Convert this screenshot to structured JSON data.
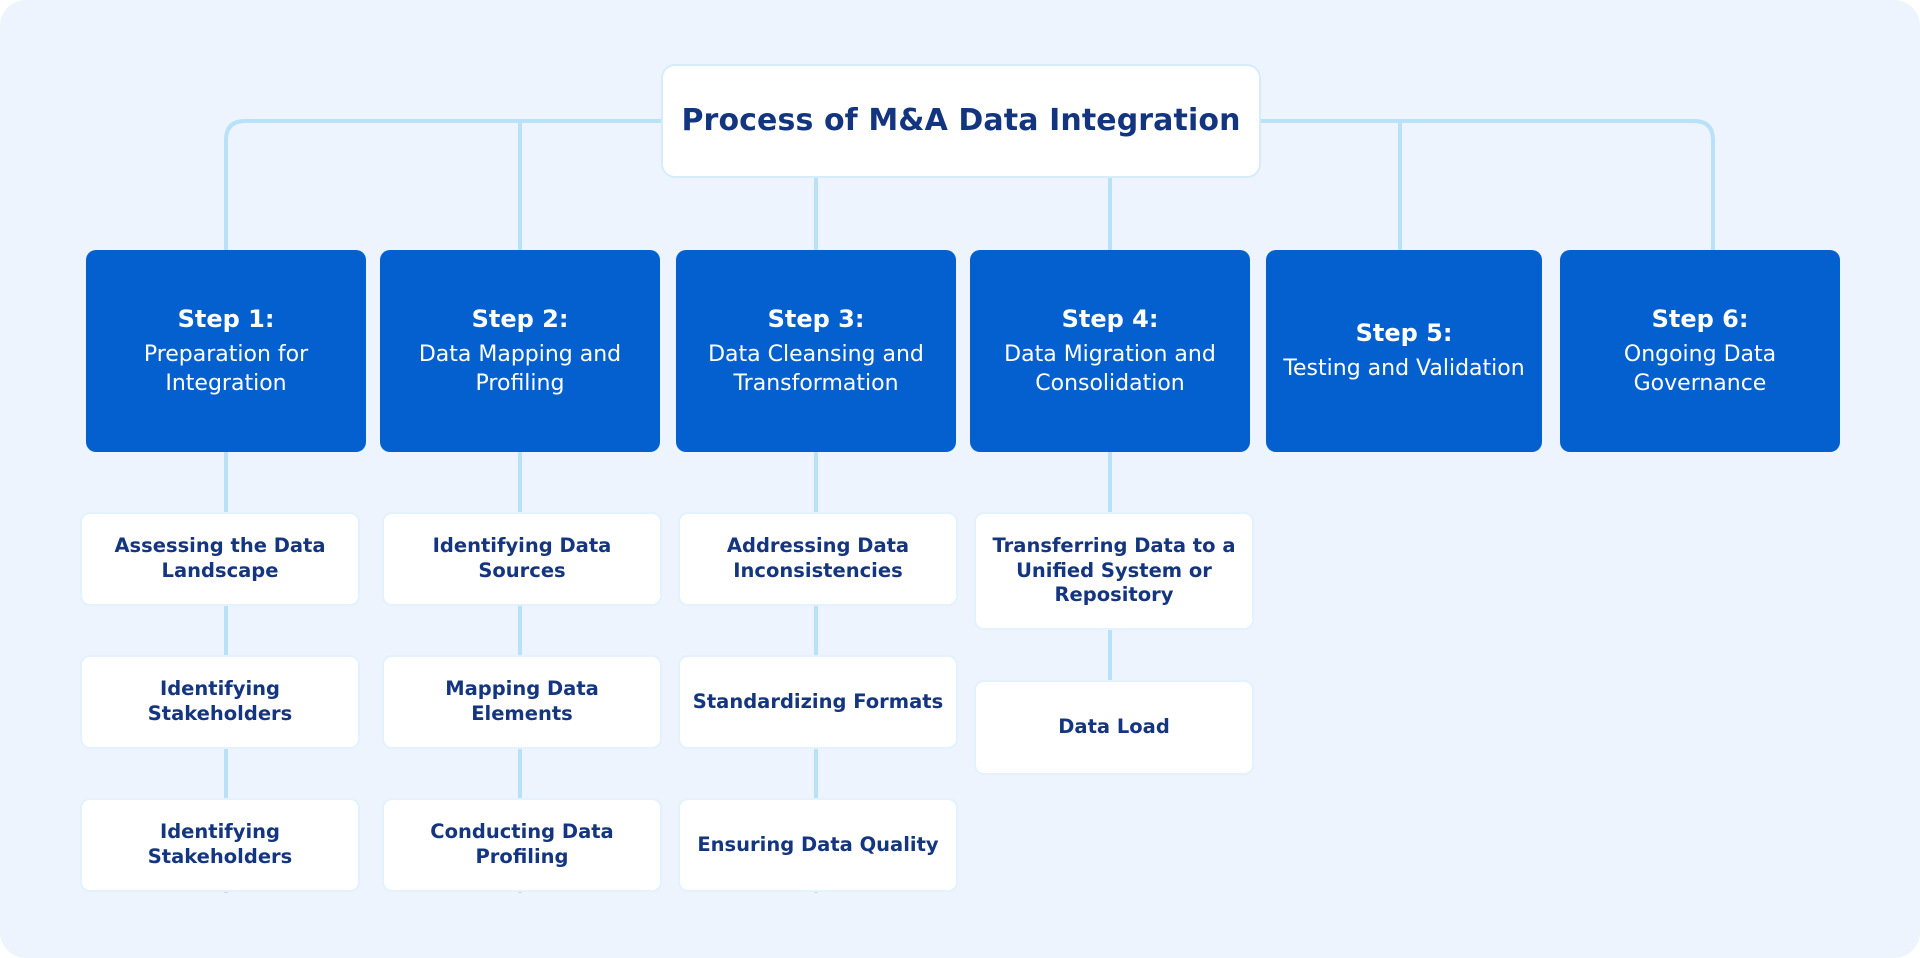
{
  "theme": {
    "panel_bg": "#edf4fd",
    "step_blue": "#0560cf",
    "navy_text": "#14357f",
    "connector_line": "#b9e1f7",
    "card_border": "#e3f2fc",
    "title_border": "#d7ecfa",
    "card_bg": "#ffffff"
  },
  "title": {
    "text": "Process of M&A Data Integration"
  },
  "steps": [
    {
      "label": "Step 1:",
      "desc": "Preparation for Integration"
    },
    {
      "label": "Step 2:",
      "desc": "Data Mapping and Profiling"
    },
    {
      "label": "Step 3:",
      "desc": "Data Cleansing and Transformation"
    },
    {
      "label": "Step 4:",
      "desc": "Data Migration and Consolidation"
    },
    {
      "label": "Step 5:",
      "desc": "Testing and Validation"
    },
    {
      "label": "Step 6:",
      "desc": "Ongoing Data Governance"
    }
  ],
  "substeps": {
    "col1": [
      "Assessing the Data Landscape",
      "Identifying Stakeholders",
      "Identifying Stakeholders"
    ],
    "col2": [
      "Identifying Data Sources",
      "Mapping Data Elements",
      "Conducting Data Profiling"
    ],
    "col3": [
      "Addressing Data Inconsistencies",
      "Standardizing Formats",
      "Ensuring Data Quality"
    ],
    "col4": [
      "Transferring Data to a Unified System or Repository",
      "Data Load"
    ]
  }
}
